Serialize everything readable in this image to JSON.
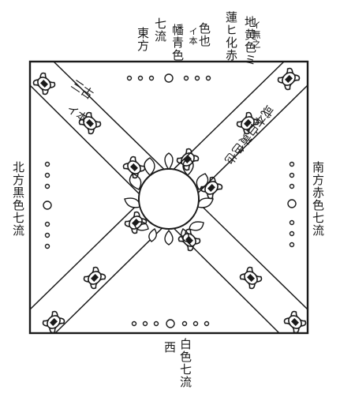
{
  "top_annotations": {
    "col1": "地黄色ミ",
    "col1_note": "イ無之",
    "col2": "蓮ヒ化赤",
    "col3": "色也",
    "col3_note": "イ本",
    "col4": "幡青色",
    "col5": "七流",
    "col6": "東方"
  },
  "left_label": "北方黒色七流",
  "right_label": "南方赤色七流",
  "bottom_label": "白色七流",
  "bottom_direction": "西",
  "diagonal_upper_left": {
    "text": "三古",
    "note": "イ本"
  },
  "diagonal_upper_right": {
    "text": "或本白黄色也"
  },
  "colors": {
    "ink": "#1a1a1a",
    "paper": "#ffffff"
  },
  "icons": [
    "vajra-icon",
    "lotus-icon",
    "moon-disc-icon"
  ]
}
